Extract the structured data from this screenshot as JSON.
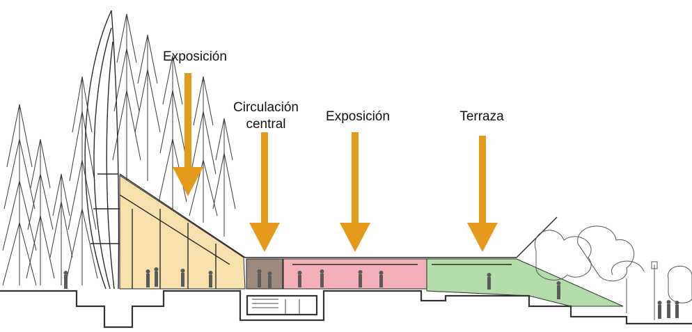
{
  "labels": {
    "exposicion_top": "Exposición",
    "circulacion_line1": "Circulación",
    "circulacion_line2": "central",
    "exposicion_mid": "Exposición",
    "terraza": "Terraza"
  },
  "colors": {
    "arrow": "#E59A1C",
    "zone_exposicion_top": "#F6D9A0",
    "zone_circulacion": "#8C7665",
    "zone_exposicion_mid": "#F0A3AC",
    "zone_terraza": "#A4D79A",
    "ink": "#2a2a2a"
  }
}
